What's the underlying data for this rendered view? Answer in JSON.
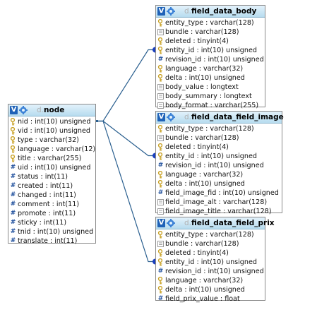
{
  "tables": [
    {
      "id": "node",
      "schema": "d",
      "name": "node",
      "badge": "V",
      "fields": [
        {
          "text": "nid : int(10) unsigned",
          "icon": "key"
        },
        {
          "text": "vid : int(10) unsigned",
          "icon": "key"
        },
        {
          "text": "type : varchar(32)",
          "icon": "key"
        },
        {
          "text": "language : varchar(12)",
          "icon": "key"
        },
        {
          "text": "title : varchar(255)",
          "icon": "key"
        },
        {
          "text": "uid : int(10) unsigned",
          "icon": "hash"
        },
        {
          "text": "status : int(11)",
          "icon": "hash"
        },
        {
          "text": "created : int(11)",
          "icon": "hash"
        },
        {
          "text": "changed : int(11)",
          "icon": "hash"
        },
        {
          "text": "comment : int(11)",
          "icon": "hash"
        },
        {
          "text": "promote : int(11)",
          "icon": "hash"
        },
        {
          "text": "sticky : int(11)",
          "icon": "hash"
        },
        {
          "text": "tnid : int(10) unsigned",
          "icon": "hash"
        },
        {
          "text": "translate : int(11)",
          "icon": "hash"
        }
      ]
    },
    {
      "id": "body",
      "schema": "d",
      "name": "field_data_body",
      "badge": "V",
      "fields": [
        {
          "text": "entity_type : varchar(128)",
          "icon": "key"
        },
        {
          "text": "bundle : varchar(128)",
          "icon": "field"
        },
        {
          "text": "deleted : tinyint(4)",
          "icon": "key"
        },
        {
          "text": "entity_id : int(10) unsigned",
          "icon": "key"
        },
        {
          "text": "revision_id : int(10) unsigned",
          "icon": "hash"
        },
        {
          "text": "language : varchar(32)",
          "icon": "key"
        },
        {
          "text": "delta : int(10) unsigned",
          "icon": "key"
        },
        {
          "text": "body_value : longtext",
          "icon": "field"
        },
        {
          "text": "body_summary : longtext",
          "icon": "field"
        },
        {
          "text": "body_format : varchar(255)",
          "icon": "field"
        }
      ]
    },
    {
      "id": "image",
      "schema": "d",
      "name": "field_data_field_image",
      "badge": "V",
      "fields": [
        {
          "text": "entity_type : varchar(128)",
          "icon": "key"
        },
        {
          "text": "bundle : varchar(128)",
          "icon": "field"
        },
        {
          "text": "deleted : tinyint(4)",
          "icon": "key"
        },
        {
          "text": "entity_id : int(10) unsigned",
          "icon": "key"
        },
        {
          "text": "revision_id : int(10) unsigned",
          "icon": "hash"
        },
        {
          "text": "language : varchar(32)",
          "icon": "key"
        },
        {
          "text": "delta : int(10) unsigned",
          "icon": "key"
        },
        {
          "text": "field_image_fid : int(10) unsigned",
          "icon": "hash"
        },
        {
          "text": "field_image_alt : varchar(128)",
          "icon": "field"
        },
        {
          "text": "field_image_title : varchar(128)",
          "icon": "field"
        }
      ]
    },
    {
      "id": "prix",
      "schema": "d",
      "name": "field_data_field_prix",
      "badge": "V",
      "fields": [
        {
          "text": "entity_type : varchar(128)",
          "icon": "key"
        },
        {
          "text": "bundle : varchar(128)",
          "icon": "field"
        },
        {
          "text": "deleted : tinyint(4)",
          "icon": "key"
        },
        {
          "text": "entity_id : int(10) unsigned",
          "icon": "key"
        },
        {
          "text": "revision_id : int(10) unsigned",
          "icon": "hash"
        },
        {
          "text": "language : varchar(32)",
          "icon": "key"
        },
        {
          "text": "delta : int(10) unsigned",
          "icon": "key"
        },
        {
          "text": "field_prix_value : float",
          "icon": "hash"
        }
      ]
    }
  ],
  "relations": [
    {
      "from": "node",
      "from_field": 0,
      "to": "body",
      "to_field": 3
    },
    {
      "from": "node",
      "from_field": 0,
      "to": "image",
      "to_field": 3
    },
    {
      "from": "node",
      "from_field": 0,
      "to": "prix",
      "to_field": 3
    }
  ],
  "colors": {
    "link": "#2a5f8f",
    "badge": "#1f62b7",
    "header_top": "#e3f2fb",
    "header_bottom": "#b7dcef",
    "key_icon": "#c9a227",
    "hash_icon": "#1f4f9c"
  }
}
